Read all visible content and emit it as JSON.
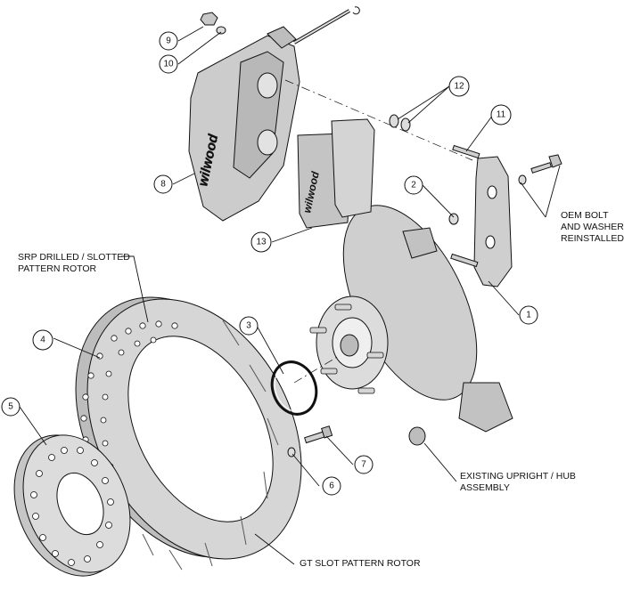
{
  "callouts": {
    "c1": "1",
    "c2": "2",
    "c3": "3",
    "c4": "4",
    "c5": "5",
    "c6": "6",
    "c7": "7",
    "c8": "8",
    "c9": "9",
    "c10": "10",
    "c11": "11",
    "c12": "12",
    "c13": "13"
  },
  "labels": {
    "srp_line1": "SRP DRILLED / SLOTTED",
    "srp_line2": "PATTERN ROTOR",
    "oem_line1": "OEM BOLT",
    "oem_line2": "AND WASHER",
    "oem_line3": "REINSTALLED",
    "upright_line1": "EXISTING UPRIGHT / HUB",
    "upright_line2": "ASSEMBLY",
    "gt_slot": "GT SLOT PATTERN ROTOR"
  },
  "brand": {
    "caliper_logo": "wilwood",
    "pad_logo": "wilwood"
  },
  "colors": {
    "part_fill": "#d2d2d2",
    "part_dark": "#9e9e9e",
    "outline": "#111111"
  }
}
